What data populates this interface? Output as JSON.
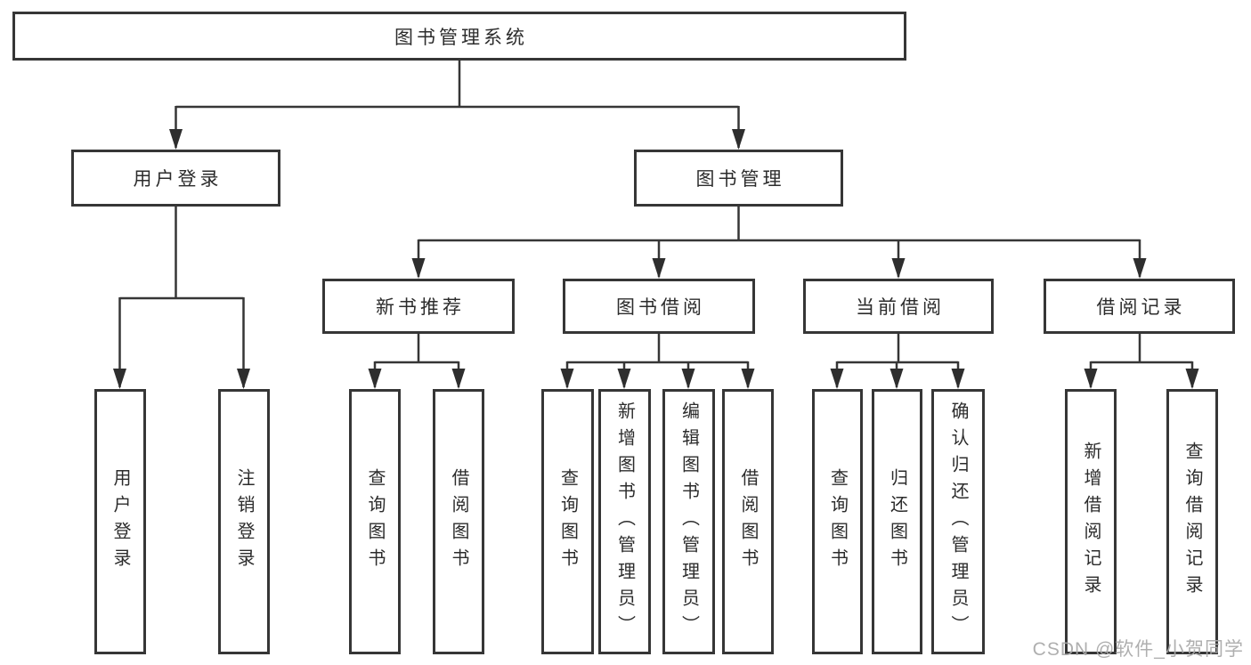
{
  "tree": {
    "label": "图书管理系统",
    "children": [
      {
        "label": "用户登录",
        "children": [
          {
            "label": "用户登录"
          },
          {
            "label": "注销登录"
          }
        ]
      },
      {
        "label": "图书管理",
        "children": [
          {
            "label": "新书推荐",
            "children": [
              {
                "label": "查询图书"
              },
              {
                "label": "借阅图书"
              }
            ]
          },
          {
            "label": "图书借阅",
            "children": [
              {
                "label": "查询图书"
              },
              {
                "label": "新增图书（管理员）"
              },
              {
                "label": "编辑图书（管理员）"
              },
              {
                "label": "借阅图书"
              }
            ]
          },
          {
            "label": "当前借阅",
            "children": [
              {
                "label": "查询图书"
              },
              {
                "label": "归还图书"
              },
              {
                "label": "确认归还（管理员）"
              }
            ]
          },
          {
            "label": "借阅记录",
            "children": [
              {
                "label": "新增借阅记录"
              },
              {
                "label": "查询借阅记录"
              }
            ]
          }
        ]
      }
    ]
  },
  "watermark": {
    "text": "CSDN @软件_小贺同学"
  },
  "colors": {
    "line": "#363636",
    "box_border": "#363636",
    "text": "#2c2c2c",
    "watermark": "#a8a8a8",
    "background": "#ffffff"
  }
}
